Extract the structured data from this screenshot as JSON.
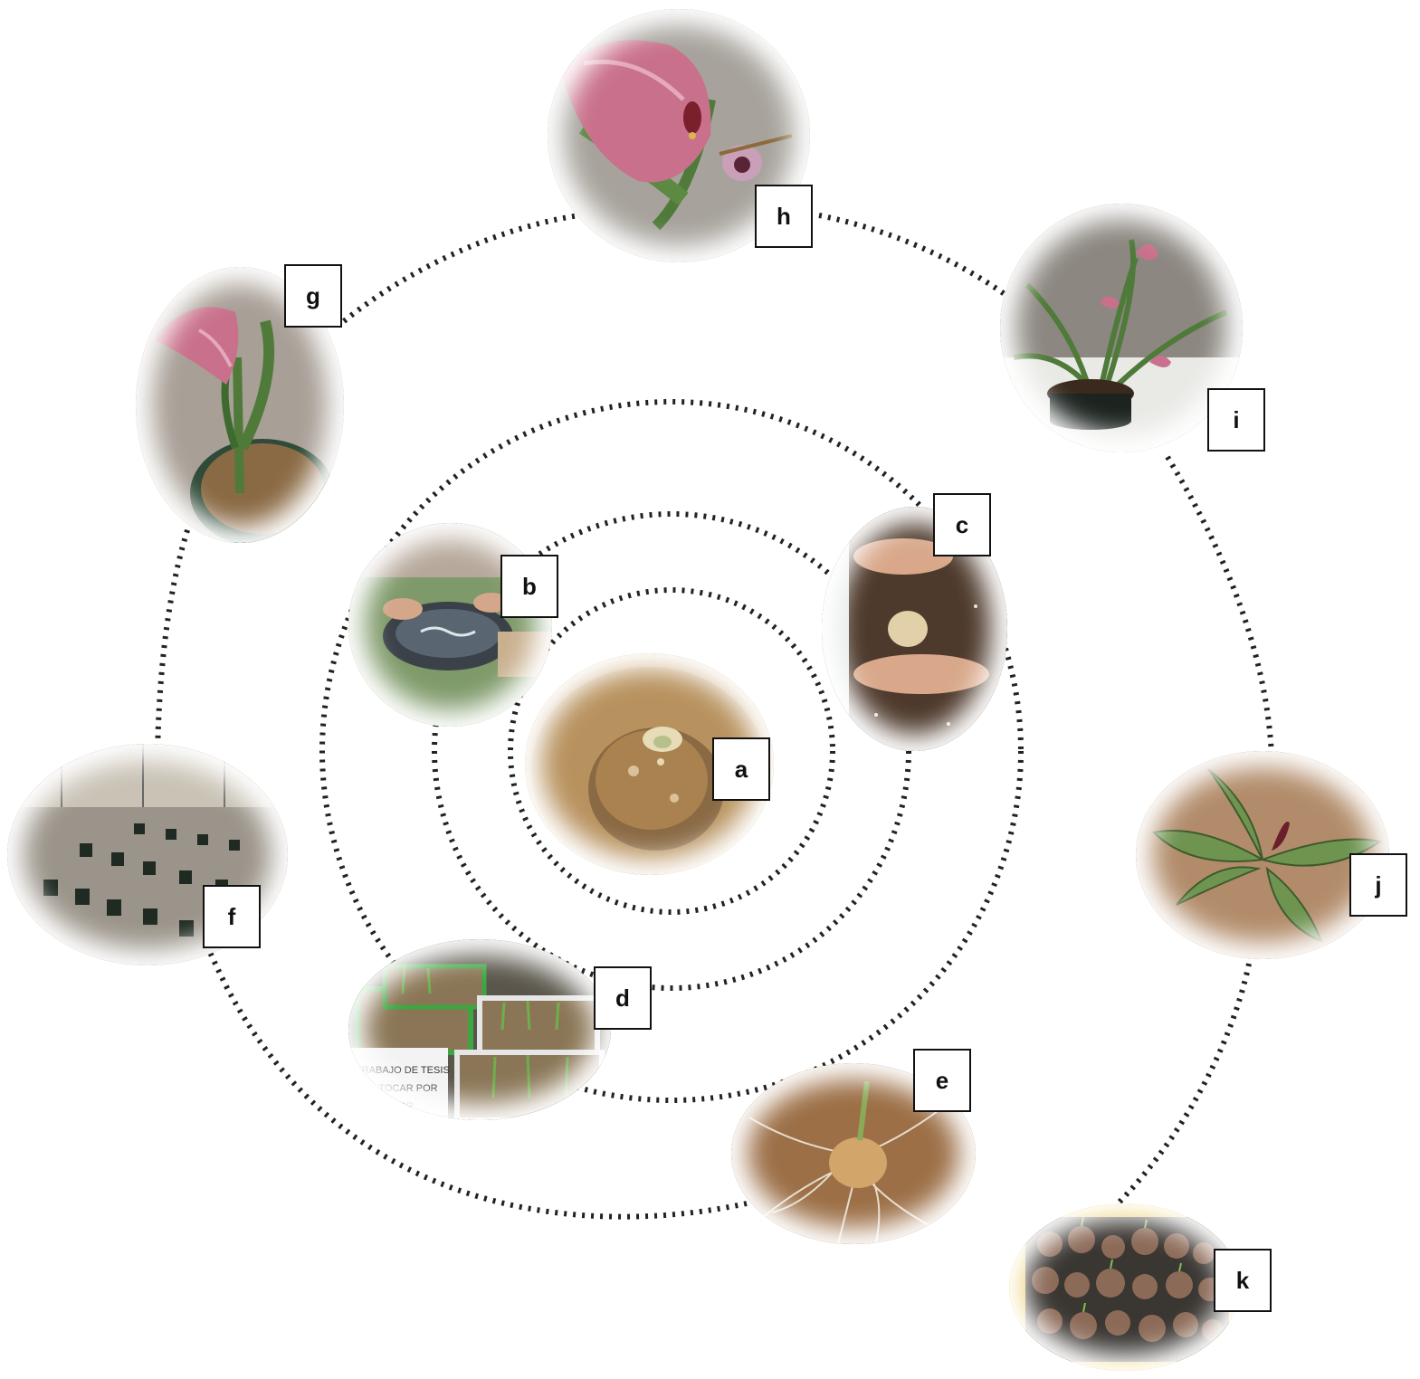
{
  "diagram": {
    "stages": [
      {
        "id": "a",
        "label": "a",
        "subject": "corm-tuber-icon"
      },
      {
        "id": "b",
        "label": "b",
        "subject": "hands-washing-basin-icon"
      },
      {
        "id": "c",
        "label": "c",
        "subject": "hands-planting-soil-icon"
      },
      {
        "id": "d",
        "label": "d",
        "subject": "sprout-trays-icon"
      },
      {
        "id": "e",
        "label": "e",
        "subject": "rooted-corm-icon"
      },
      {
        "id": "f",
        "label": "f",
        "subject": "potted-rows-icon"
      },
      {
        "id": "g",
        "label": "g",
        "subject": "pink-calla-pot-icon"
      },
      {
        "id": "h",
        "label": "h",
        "subject": "pink-calla-flower-icon"
      },
      {
        "id": "i",
        "label": "i",
        "subject": "flowering-plant-icon"
      },
      {
        "id": "j",
        "label": "j",
        "subject": "dark-calla-foliage-icon"
      },
      {
        "id": "k",
        "label": "k",
        "subject": "harvested-corms-icon"
      }
    ],
    "photo_sign_text": [
      "TRABAJO DE TESIS",
      "O TOCAR POR",
      "VOR"
    ],
    "colors": {
      "dotted_line": "#222222",
      "label_border": "#111111",
      "soil": "#8a6a44",
      "gravel": "#a89f96",
      "leaf": "#4f7a3a",
      "pink_flower": "#c9718c",
      "dark_flower": "#6b1e2c"
    }
  }
}
